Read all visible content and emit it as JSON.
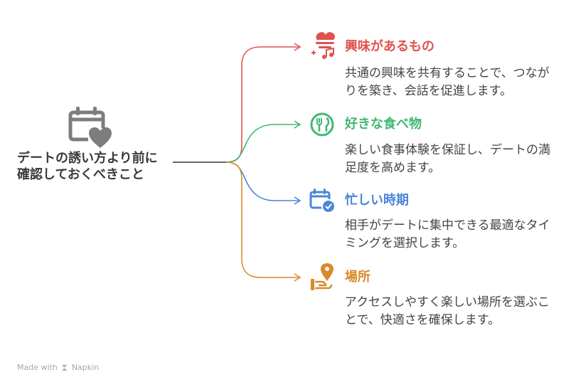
{
  "central": {
    "title": "デートの誘い方より前に確認しておくべきこと",
    "icon": "calendar-heart-icon",
    "color": "#7d7d7d"
  },
  "branches": [
    {
      "id": "interests",
      "title": "興味があるもの",
      "description": "共通の興味を共有することで、つながりを築き、会話を促進します。",
      "icon": "heart-music-icon",
      "color": "#e0524f"
    },
    {
      "id": "food",
      "title": "好きな食べ物",
      "description": "楽しい食事体験を保証し、デートの満足度を高めます。",
      "icon": "fork-knife-icon",
      "color": "#3fb872"
    },
    {
      "id": "schedule",
      "title": "忙しい時期",
      "description": "相手がデートに集中できる最適なタイミングを選択します。",
      "icon": "calendar-check-icon",
      "color": "#4a86d8"
    },
    {
      "id": "place",
      "title": "場所",
      "description": "アクセスしやすく楽しい場所を選ぶことで、快適さを確保します。",
      "icon": "map-pin-icon",
      "color": "#d98a2b"
    }
  ],
  "footer": {
    "made_with": "Made with",
    "brand": "Napkin"
  }
}
